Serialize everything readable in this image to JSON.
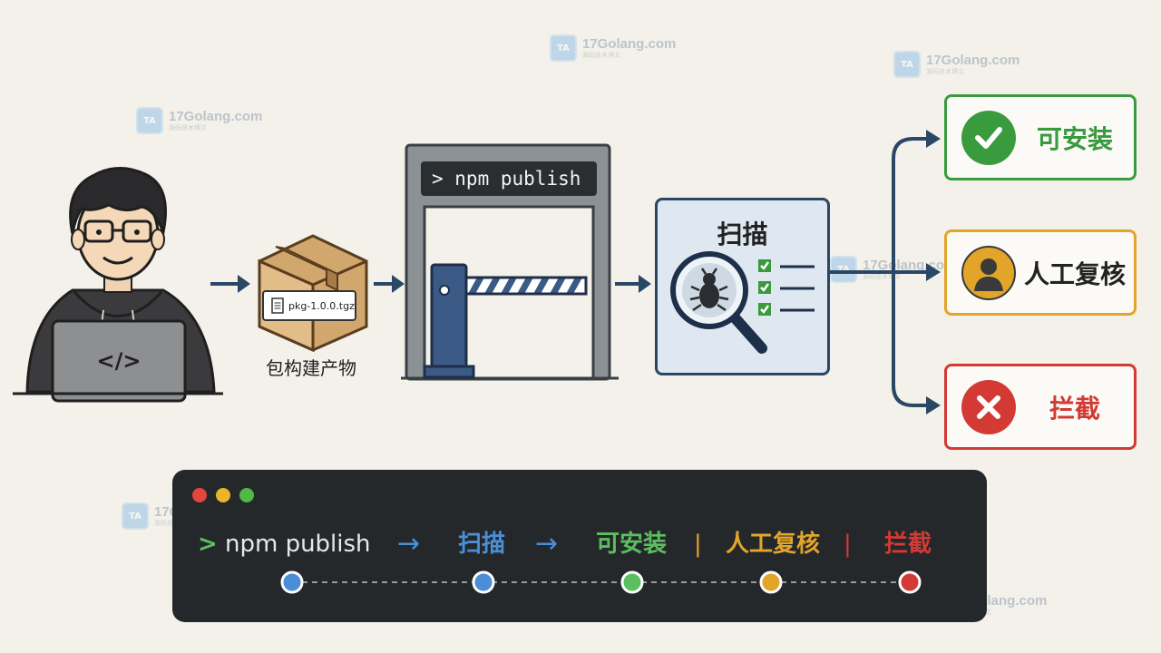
{
  "gate": {
    "command": "> npm publish"
  },
  "package": {
    "file_label": "pkg-1.0.0.tgz",
    "caption": "包构建产物"
  },
  "scanner": {
    "title": "扫描"
  },
  "outcomes": {
    "installable": {
      "label": "可安装",
      "color": "#3a9a3e"
    },
    "manual_review": {
      "label": "人工复核",
      "color": "#e2a52a"
    },
    "blocked": {
      "label": "拦截",
      "color": "#d33a33"
    }
  },
  "terminal": {
    "prompt": ">",
    "command": "npm publish",
    "arrow": "→",
    "steps": [
      "扫描",
      "可安装",
      "人工复核",
      "拦截"
    ],
    "separator": "|",
    "colors": {
      "prompt": "#5bbf5e",
      "command": "#e8e8e8",
      "arrow": "#4a8ed8",
      "scan": "#4a8ed8",
      "installable": "#5bbf5e",
      "review": "#e2a52a",
      "blocked": "#d33a33"
    }
  },
  "watermarks": [
    {
      "brand": "17Golang.com",
      "sub": "源码技术博文"
    }
  ],
  "icons": [
    "developer-avatar",
    "laptop-code-icon",
    "package-box-icon",
    "document-icon",
    "barrier-gate-icon",
    "bug-magnifier-icon",
    "checklist-icon",
    "check-icon",
    "person-icon",
    "x-icon"
  ]
}
